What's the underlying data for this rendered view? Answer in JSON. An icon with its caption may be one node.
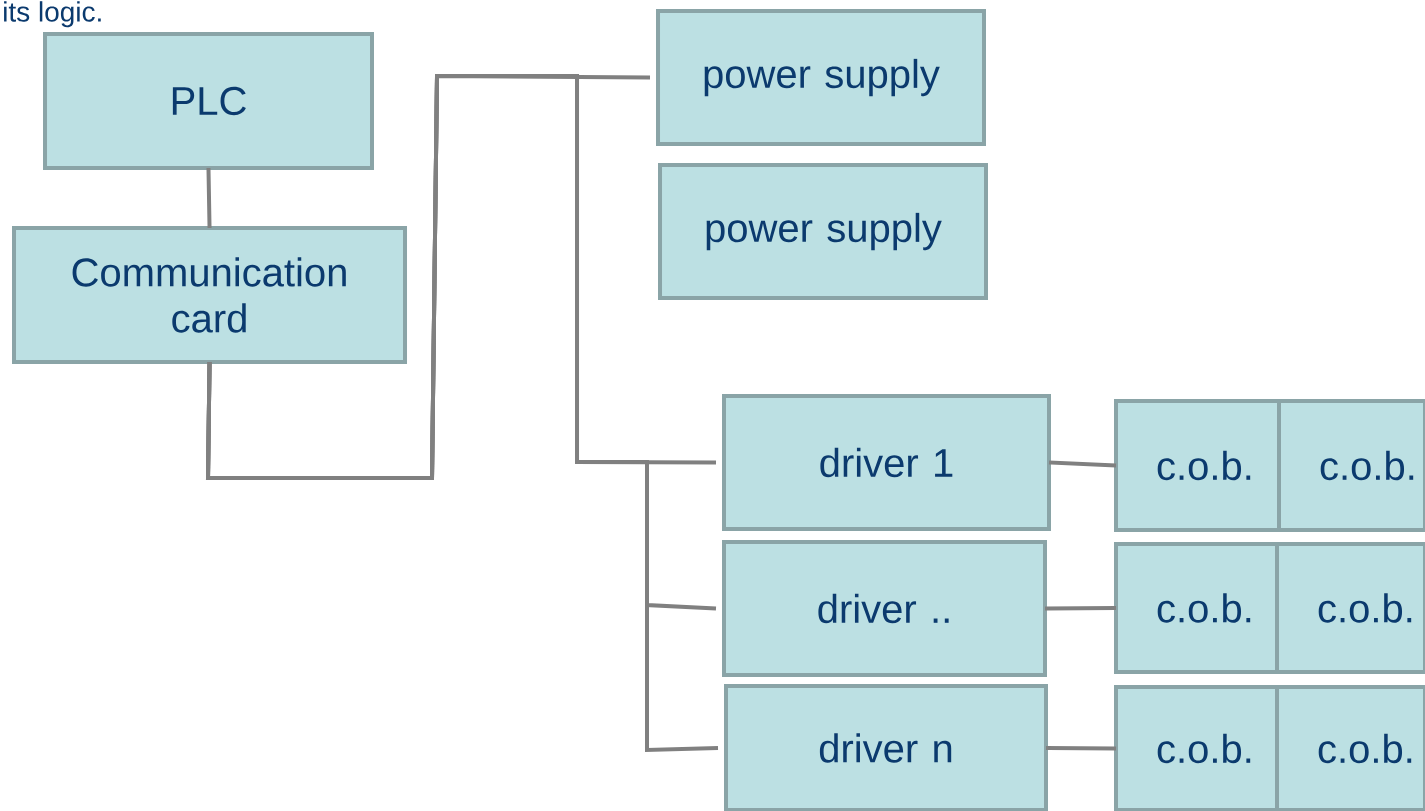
{
  "diagram": {
    "nodes": [
      {
        "text": [
          "PLC"
        ]
      },
      {
        "text": [
          "Communication card"
        ]
      },
      {
        "text": [
          "power supply"
        ]
      },
      {
        "text": [
          "power supply"
        ]
      },
      {
        "text": [
          "driver 1"
        ]
      },
      {
        "text": [
          "driver .."
        ]
      },
      {
        "text": [
          "driver n"
        ]
      },
      {
        "text": [
          "c.o.b."
        ]
      },
      {
        "text": [
          "c.o.b."
        ]
      },
      {
        "text": [
          "c.o.b."
        ]
      },
      {
        "text": [
          "c.o.b."
        ]
      },
      {
        "text": [
          "c.o.b."
        ]
      },
      {
        "text": [
          "c.o.b."
        ]
      }
    ],
    "edges": [
      {
        "from": 0,
        "to": 1,
        "arrow": "none"
      },
      {
        "from": 1,
        "to": 2,
        "arrow": "none"
      },
      {
        "from": 1,
        "to": 4,
        "arrow": "none"
      },
      {
        "from": 1,
        "to": 5,
        "arrow": "none"
      },
      {
        "from": 1,
        "to": 6,
        "arrow": "none"
      },
      {
        "from": 4,
        "to": 7,
        "arrow": "none"
      },
      {
        "from": 5,
        "to": 9,
        "arrow": "none"
      },
      {
        "from": 6,
        "to": 11,
        "arrow": "none"
      }
    ],
    "labels": [
      "its logic."
    ]
  }
}
